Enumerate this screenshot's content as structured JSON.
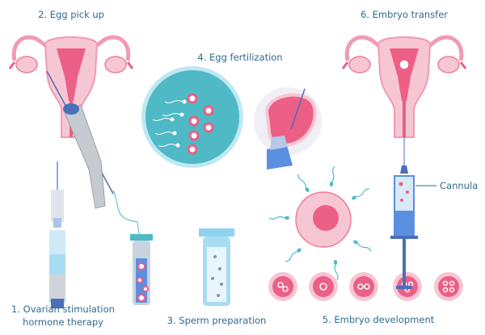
{
  "labels": {
    "step1_line1": "1. Ovarian stimulation",
    "step1_line2": "hormone therapy",
    "step2": "2. Egg pick up",
    "step3": "3. Sperm preparation",
    "step4": "4. Egg fertilization",
    "step5": "5. Embryo development",
    "step6": "6. Embryo transfer",
    "cannula": "Cannula"
  },
  "colors": {
    "text": "#2d6b8c",
    "uterus_light": "#f7c6d3",
    "uterus_dark": "#ec5f86",
    "blue": "#5b8fe0",
    "light_blue": "#8fd3ef",
    "teal": "#4fb9c6"
  }
}
